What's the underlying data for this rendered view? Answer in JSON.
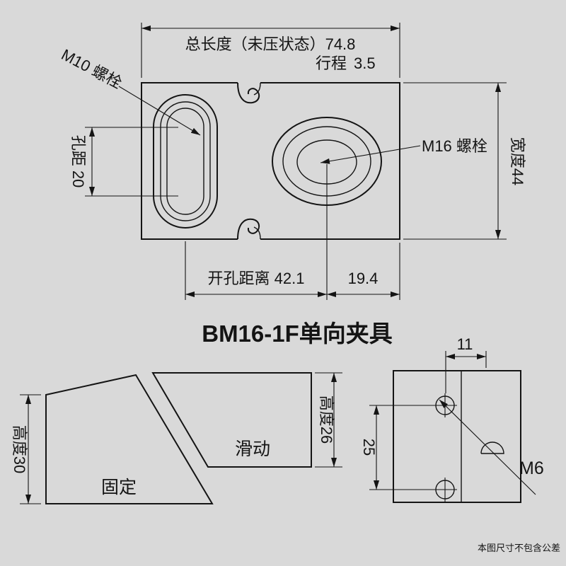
{
  "colors": {
    "background": "#d9d9d9",
    "line": "#141414",
    "accent_title": "#f5791d",
    "dim_red": "#dd1111",
    "watermark": "#b3a6a6"
  },
  "title": {
    "text": "BM16-1F单向夹具"
  },
  "watermark": {
    "text": "本图尺寸不包含公差"
  },
  "top_view": {
    "total_length_label": "总长度（未压状态）74.8",
    "stroke_label": "行程",
    "stroke_value": "3.5",
    "m10_label": "M10 螺栓",
    "hole_pitch_label": "孔距 20",
    "m16_label": "M16 螺栓",
    "width_label": "宽度44",
    "hole_distance_label": "开孔距离 42.1",
    "edge_distance_label": "19.4"
  },
  "side_view": {
    "height_fixed_label": "高度30",
    "height_slide_label": "高度26",
    "fixed_label": "固定",
    "slide_label": "滑动"
  },
  "end_view": {
    "top_dim_label": "11",
    "pitch_label": "25",
    "m6_label": "M6"
  }
}
